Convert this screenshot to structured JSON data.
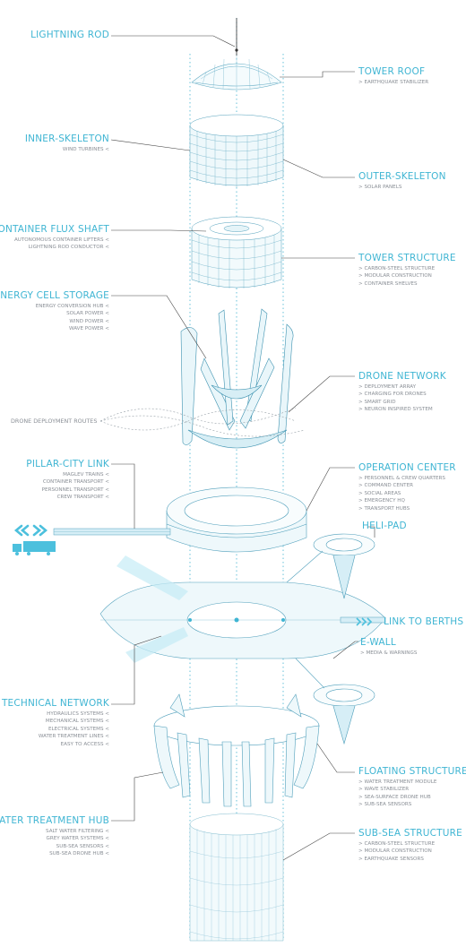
{
  "labels": {
    "lightning_rod": {
      "title": "LIGHTNING ROD",
      "subs": []
    },
    "tower_roof": {
      "title": "TOWER ROOF",
      "subs": [
        "> EARTHQUAKE STABILIZER"
      ]
    },
    "inner_skeleton": {
      "title": "INNER-SKELETON",
      "subs": [
        "WIND TURBINES <"
      ]
    },
    "outer_skeleton": {
      "title": "OUTER-SKELETON",
      "subs": [
        "> SOLAR PANELS"
      ]
    },
    "container_flux_shaft": {
      "title": "CONTAINER FLUX SHAFT",
      "subs": [
        "AUTONOMOUS CONTAINER LIFTERS <",
        "LIGHTNING ROD CONDUCTOR <"
      ]
    },
    "tower_structure": {
      "title": "TOWER STRUCTURE",
      "subs": [
        "> CARBON-STEEL STRUCTURE",
        "> MODULAR CONSTRUCTION",
        "> CONTAINER SHELVES"
      ]
    },
    "energy_cell_storage": {
      "title": "ENERGY CELL STORAGE",
      "subs": [
        "ENERGY CONVERSION HUB <",
        "SOLAR POWER <",
        "WIND POWER <",
        "WAVE POWER <"
      ]
    },
    "drone_network": {
      "title": "DRONE NETWORK",
      "subs": [
        "> DEPLOYMENT ARRAY",
        "> CHARGING FOR DRONES",
        "> SMART GRID",
        "> NEURON INSPIRED SYSTEM"
      ]
    },
    "drone_deployment_routes": {
      "title": "DRONE DEPLOYMENT ROUTES",
      "subs": []
    },
    "pillar_city_link": {
      "title": "PILLAR-CITY LINK",
      "subs": [
        "MAGLEV TRAINS <",
        "CONTAINER TRANSPORT <",
        "PERSONNEL TRANSPORT <",
        "CREW TRANSPORT <"
      ]
    },
    "operation_center": {
      "title": "OPERATION CENTER",
      "subs": [
        "> PERSONNEL & CREW QUARTERS",
        "> COMMAND CENTER",
        "> SOCIAL AREAS",
        "> EMERGENCY HQ",
        "> TRANSPORT HUBS"
      ]
    },
    "heli_pad": {
      "title": "HELI-PAD",
      "subs": []
    },
    "link_to_berths": {
      "title": "LINK TO BERTHS",
      "subs": []
    },
    "e_wall": {
      "title": "E-WALL",
      "subs": [
        "> MEDIA & WARNINGS"
      ]
    },
    "technical_network": {
      "title": "TECHNICAL NETWORK",
      "subs": [
        "HYDRAULICS SYSTEMS <",
        "MECHANICAL SYSTEMS <",
        "ELECTRICAL SYSTEMS <",
        "WATER TREATMENT LINES <",
        "EASY TO ACCESS <"
      ]
    },
    "floating_structure": {
      "title": "FLOATING STRUCTURE",
      "subs": [
        "> WATER TREATMENT MODULE",
        "> WAVE STABILIZER",
        "> SEA-SURFACE DRONE HUB",
        "> SUB-SEA SENSORS"
      ]
    },
    "water_treatment_hub": {
      "title": "WATER TREATMENT HUB",
      "subs": [
        "SALT WATER FILTERING <",
        "GREY WATER SYSTEMS <",
        "SUB-SEA SENSORS <",
        "SUB-SEA DRONE HUB <"
      ]
    },
    "sub_sea_structure": {
      "title": "SUB-SEA STRUCTURE",
      "subs": [
        "> CARBON-STEEL STRUCTURE",
        "> MODULAR CONSTRUCTION",
        "> EARTHQUAKE SENSORS"
      ]
    }
  },
  "colors": {
    "accent": "#3fb5d3",
    "line": "#4a4a4a",
    "structure": "#5fa9c2",
    "text_sub": "#8a8f96"
  },
  "icons": [
    "double-chevron-left-icon",
    "double-chevron-right-icon",
    "truck-icon",
    "lightning-rod-icon"
  ]
}
